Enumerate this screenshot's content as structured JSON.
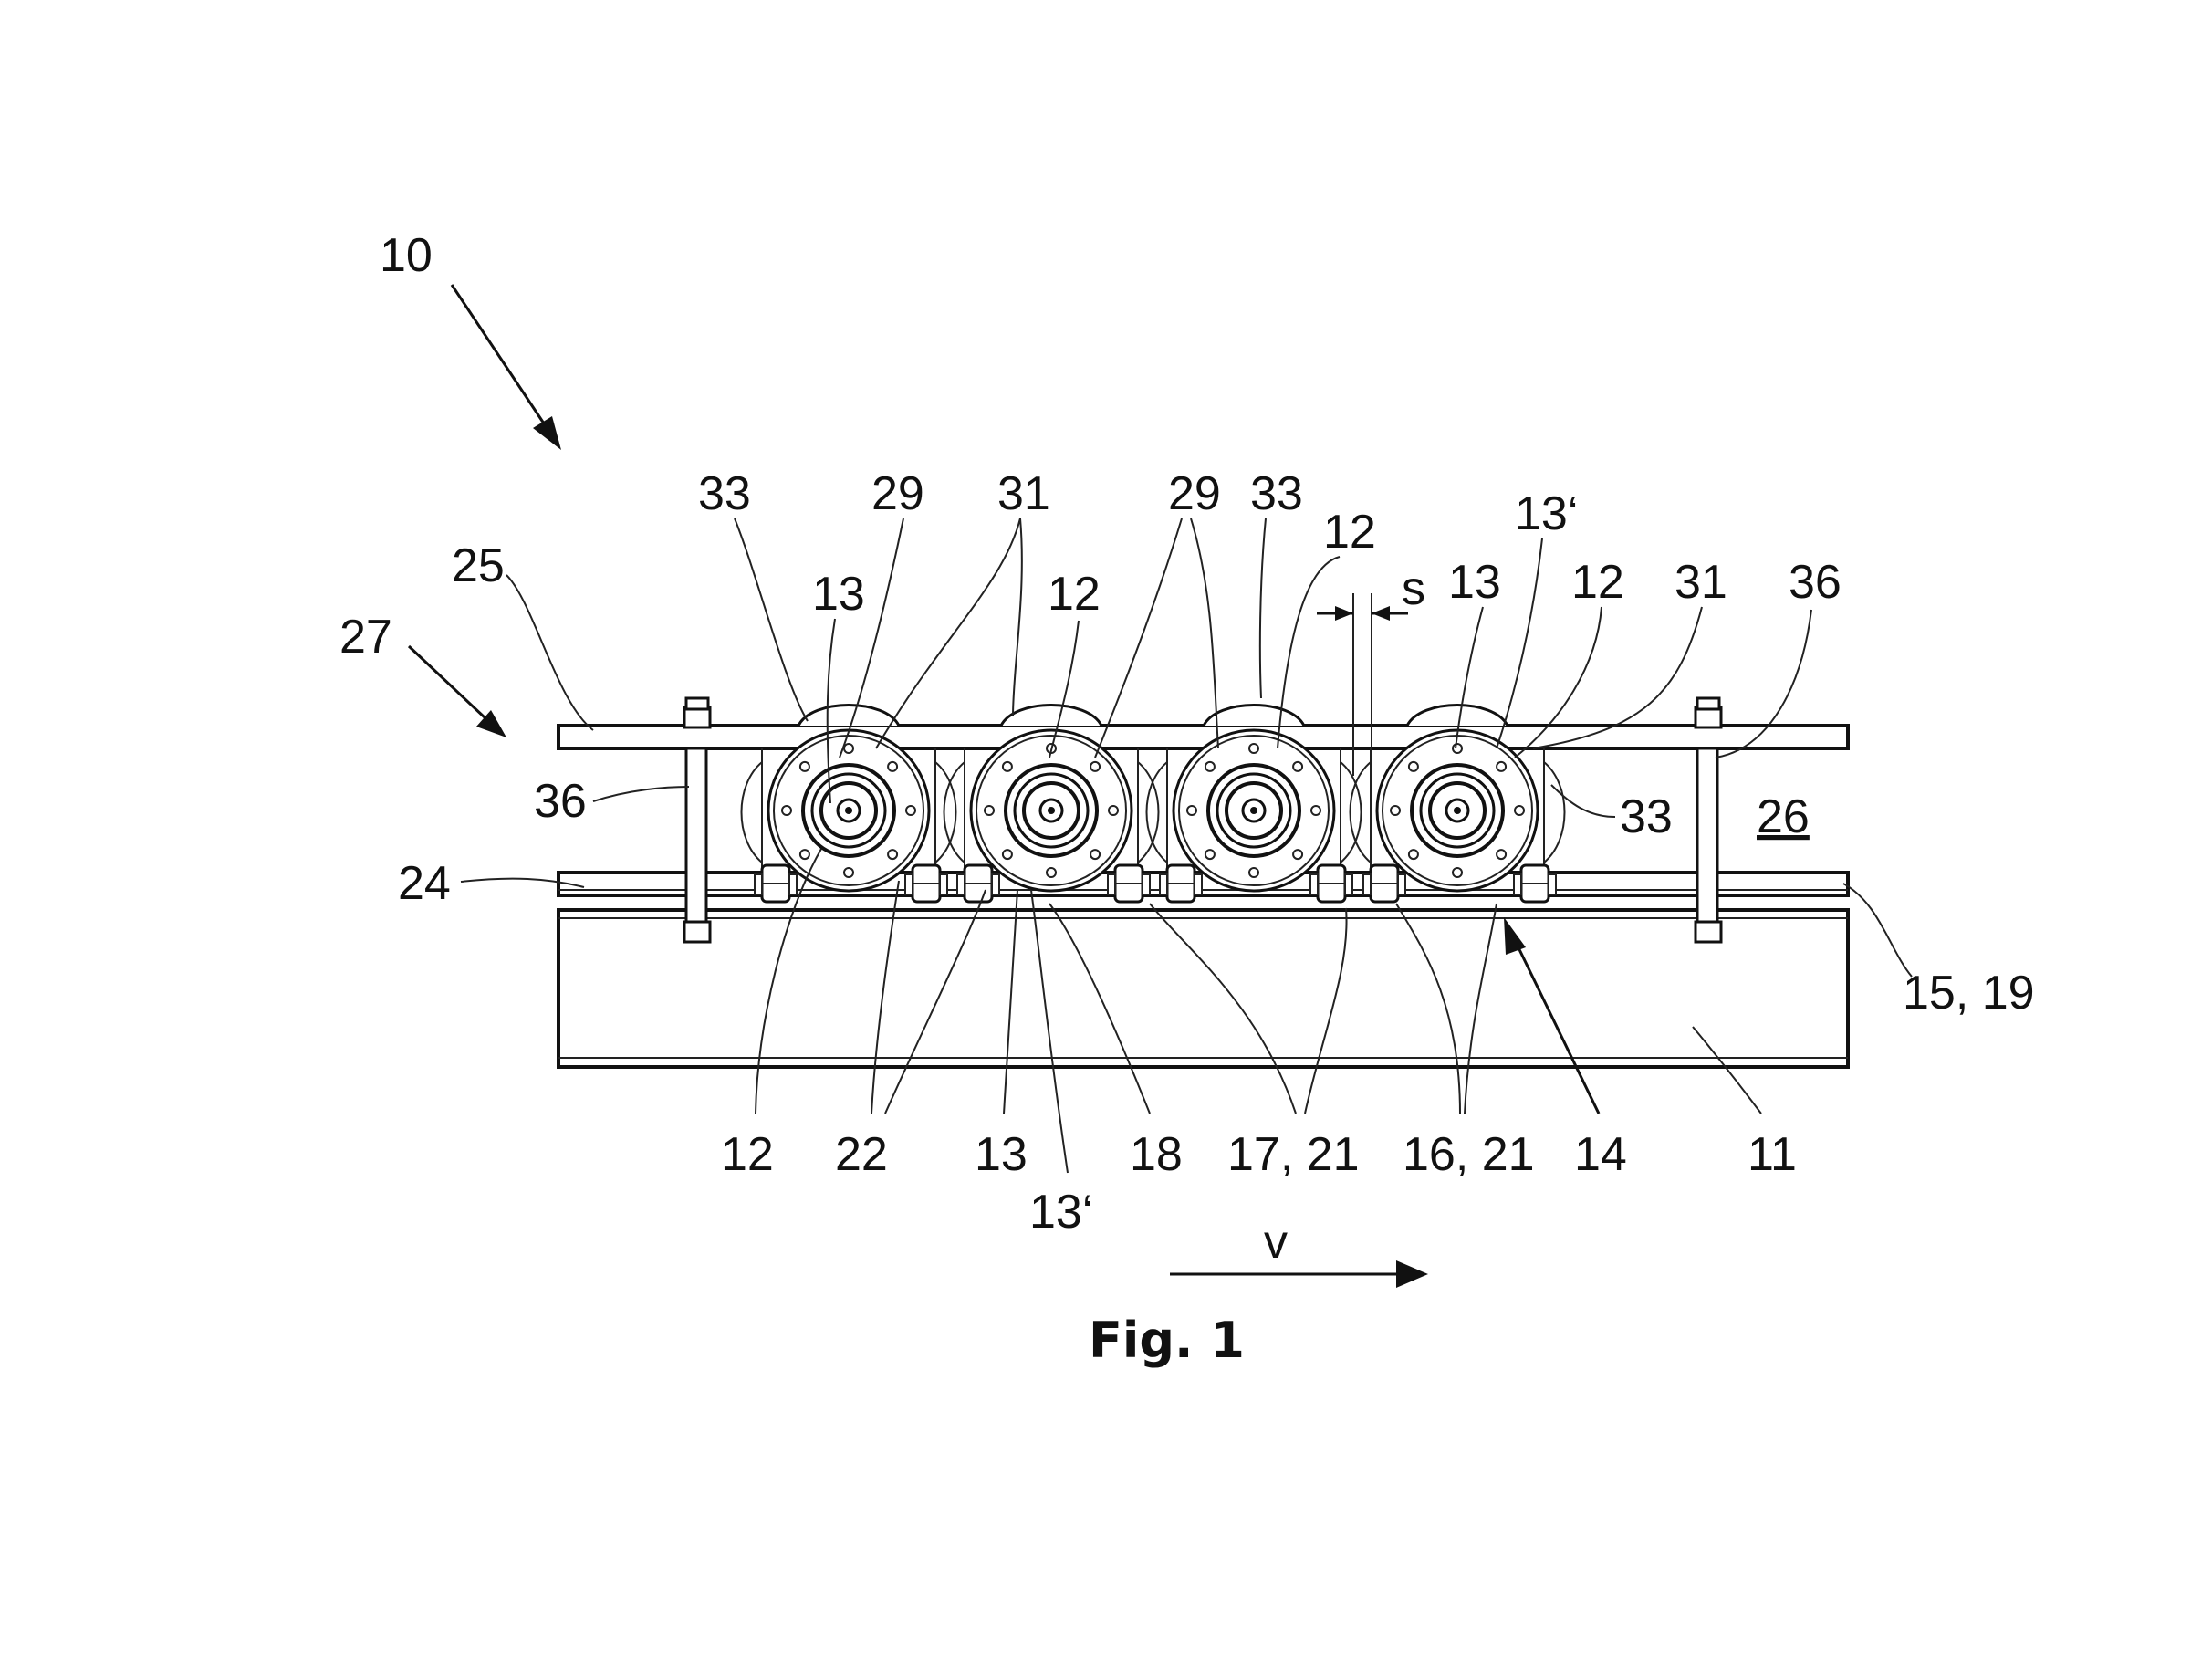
{
  "labels": {
    "l10": "10",
    "l27": "27",
    "l25": "25",
    "l36a": "36",
    "l24": "24",
    "l33a": "33",
    "l29a": "29",
    "l31a": "31",
    "l13a": "13",
    "l12a": "12",
    "l29b": "29",
    "l33b": "33",
    "l12b": "12",
    "l13pa": "13‘",
    "ls": "s",
    "l13b": "13",
    "l12c": "12",
    "l31b": "31",
    "l36b": "36",
    "l33c": "33",
    "l26": "26",
    "l1519": "15, 19",
    "b12": "12",
    "b22": "22",
    "b13": "13",
    "b13p": "13‘",
    "b18": "18",
    "b1721": "17, 21",
    "b1621": "16, 21",
    "b14": "14",
    "b11": "11",
    "v": "v"
  },
  "caption": "Fig. 1"
}
